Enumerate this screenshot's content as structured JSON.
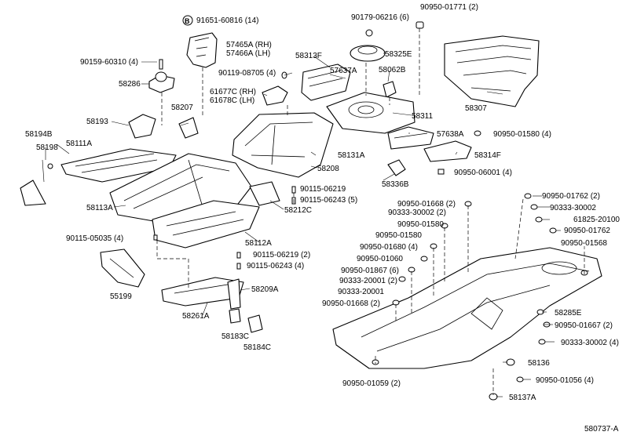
{
  "figure_code": "580737-A",
  "b_marker": "B",
  "labels": [
    {
      "id": "l91651",
      "text": "91651-60816 (14)"
    },
    {
      "id": "l57465",
      "text": "57465A (RH)"
    },
    {
      "id": "l57466",
      "text": "57466A (LH)"
    },
    {
      "id": "l90159",
      "text": "90159-60310 (4)"
    },
    {
      "id": "l58286",
      "text": "58286"
    },
    {
      "id": "l90119",
      "text": "90119-08705 (4)"
    },
    {
      "id": "l61677",
      "text": "61677C (RH)"
    },
    {
      "id": "l61678",
      "text": "61678C (LH)"
    },
    {
      "id": "l58313F",
      "text": "58313F"
    },
    {
      "id": "l57637A",
      "text": "57637A"
    },
    {
      "id": "l90179",
      "text": "90179-06216 (6)"
    },
    {
      "id": "l58325E",
      "text": "58325E"
    },
    {
      "id": "l90950_01771",
      "text": "90950-01771 (2)"
    },
    {
      "id": "l58062B",
      "text": "58062B"
    },
    {
      "id": "l58307",
      "text": "58307"
    },
    {
      "id": "l58311",
      "text": "58311"
    },
    {
      "id": "l58207",
      "text": "58207"
    },
    {
      "id": "l58193",
      "text": "58193"
    },
    {
      "id": "l58194B",
      "text": "58194B"
    },
    {
      "id": "l58198",
      "text": "58198"
    },
    {
      "id": "l58111A",
      "text": "58111A"
    },
    {
      "id": "l57638A",
      "text": "57638A"
    },
    {
      "id": "l90950_01580a",
      "text": "90950-01580 (4)"
    },
    {
      "id": "l58131A",
      "text": "58131A"
    },
    {
      "id": "l58314F",
      "text": "58314F"
    },
    {
      "id": "l58208",
      "text": "58208"
    },
    {
      "id": "l90950_06001",
      "text": "90950-06001 (4)"
    },
    {
      "id": "l58336B",
      "text": "58336B"
    },
    {
      "id": "l90115_06219a",
      "text": "90115-06219"
    },
    {
      "id": "l90115_06243a",
      "text": "90115-06243 (5)"
    },
    {
      "id": "l58113A",
      "text": "58113A"
    },
    {
      "id": "l58212C",
      "text": "58212C"
    },
    {
      "id": "l90950_01762a",
      "text": "90950-01762 (2)"
    },
    {
      "id": "l90950_01668a",
      "text": "90950-01668 (2)"
    },
    {
      "id": "l90333_30002a",
      "text": "90333-30002 (2)"
    },
    {
      "id": "l90333_30002b",
      "text": "90333-30002"
    },
    {
      "id": "l61825",
      "text": "61825-20100"
    },
    {
      "id": "l90950_01580b",
      "text": "90950-01580"
    },
    {
      "id": "l90950_01580c",
      "text": "90950-01580"
    },
    {
      "id": "l90950_01762b",
      "text": "90950-01762"
    },
    {
      "id": "l90115_05035",
      "text": "90115-05035 (4)"
    },
    {
      "id": "l58112A",
      "text": "58112A"
    },
    {
      "id": "l90950_01680",
      "text": "90950-01680 (4)"
    },
    {
      "id": "l90950_01568",
      "text": "90950-01568"
    },
    {
      "id": "l90115_06219b",
      "text": "90115-06219 (2)"
    },
    {
      "id": "l90950_01060",
      "text": "90950-01060"
    },
    {
      "id": "l90115_06243b",
      "text": "90115-06243 (4)"
    },
    {
      "id": "l90950_01867",
      "text": "90950-01867 (6)"
    },
    {
      "id": "l55199",
      "text": "55199"
    },
    {
      "id": "l90333_20001a",
      "text": "90333-20001 (2)"
    },
    {
      "id": "l58209A",
      "text": "58209A"
    },
    {
      "id": "l90333_20001b",
      "text": "90333-20001"
    },
    {
      "id": "l58261A",
      "text": "58261A"
    },
    {
      "id": "l90950_01668b",
      "text": "90950-01668 (2)"
    },
    {
      "id": "l58285E",
      "text": "58285E"
    },
    {
      "id": "l90950_01667",
      "text": "90950-01667 (2)"
    },
    {
      "id": "l58183C",
      "text": "58183C"
    },
    {
      "id": "l58184C",
      "text": "58184C"
    },
    {
      "id": "l90333_30002c",
      "text": "90333-30002 (4)"
    },
    {
      "id": "l58136",
      "text": "58136"
    },
    {
      "id": "l90950_01059",
      "text": "90950-01059 (2)"
    },
    {
      "id": "l90950_01056",
      "text": "90950-01056 (4)"
    },
    {
      "id": "l58137A",
      "text": "58137A"
    }
  ]
}
